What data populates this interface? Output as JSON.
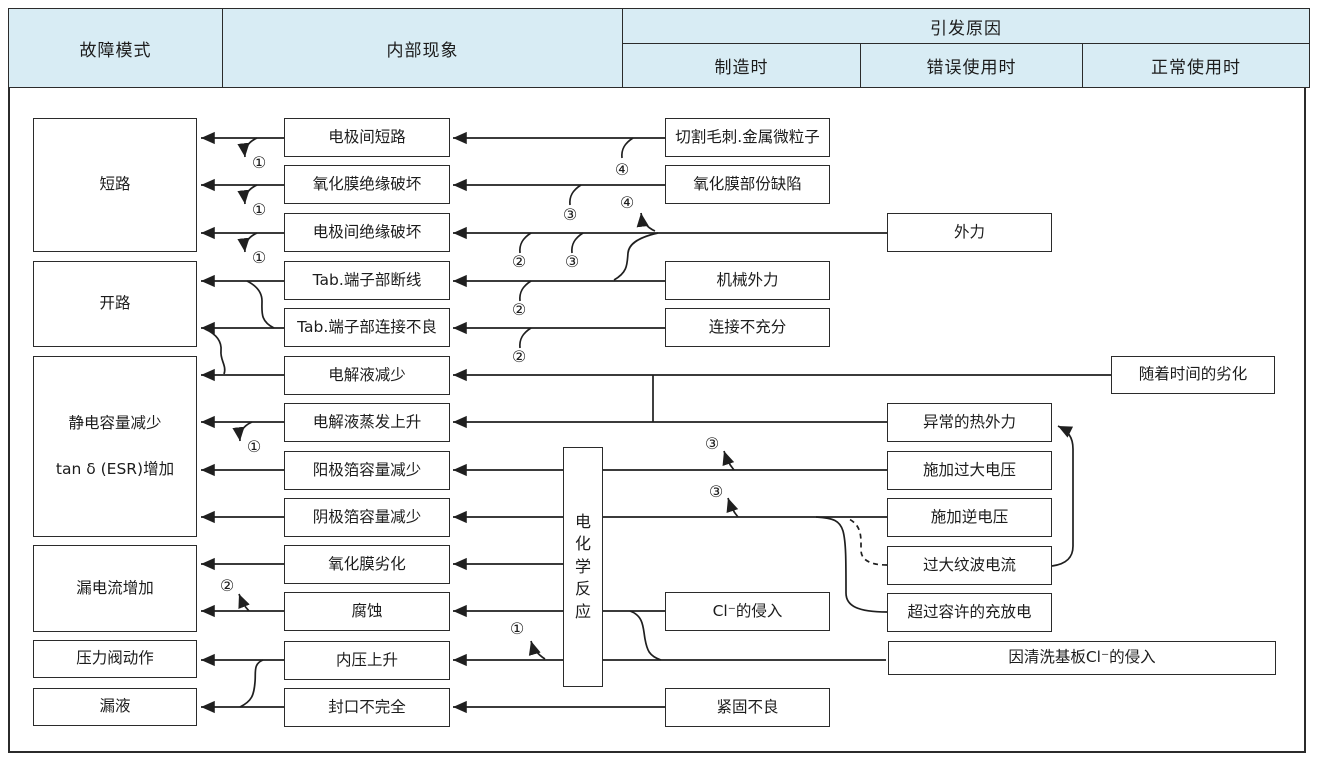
{
  "header": {
    "fault_mode": "故障模式",
    "internal_phenomenon": "内部现象",
    "cause": "引发原因",
    "sub_manufacturing": "制造时",
    "sub_misuse": "错误使用时",
    "sub_normal": "正常使用时"
  },
  "boxes": {
    "short_circuit": "短路",
    "open_circuit": "开路",
    "capacitance_decrease": "静电容量减少",
    "esr_increase": "tan δ (ESR)增加",
    "leakage_current_increase": "漏电流增加",
    "pressure_valve_action": "压力阀动作",
    "liquid_leakage": "漏液",
    "electrode_short": "电极间短路",
    "oxide_film_insulation_breakdown": "氧化膜绝缘破坏",
    "electrode_insulation_breakdown": "电极间绝缘破坏",
    "tab_terminal_wire_break": "Tab.端子部断线",
    "tab_terminal_poor_connection": "Tab.端子部连接不良",
    "electrolyte_decrease": "电解液减少",
    "electrolyte_evaporation": "电解液蒸发上升",
    "anode_foil_capacity_decrease": "阳极箔容量减少",
    "cathode_foil_capacity_decrease": "阴极箔容量减少",
    "oxide_film_degradation": "氧化膜劣化",
    "corrosion": "腐蚀",
    "internal_pressure_rise": "内压上升",
    "incomplete_sealing": "封口不完全",
    "electrochemical_reaction": "电化学反应",
    "cutting_burr_metal_particles": "切割毛刺.金属微粒子",
    "oxide_film_partial_defect": "氧化膜部份缺陷",
    "mechanical_force": "机械外力",
    "insufficient_connection": "连接不充分",
    "cl_intrusion": "Cl⁻的侵入",
    "poor_fastening": "紧固不良",
    "external_force": "外力",
    "abnormal_heat": "异常的热外力",
    "excessive_voltage": "施加过大电压",
    "reverse_voltage": "施加逆电压",
    "excessive_ripple_current": "过大纹波电流",
    "exceed_allowed_charge_discharge": "超过容许的充放电",
    "board_cleaning_cl_intrusion": "因清洗基板Cl⁻的侵入",
    "time_degradation": "随着时间的劣化"
  },
  "markers": {
    "n1": "①",
    "n2": "②",
    "n3": "③",
    "n4": "④"
  },
  "colors": {
    "header_bg": "#d8ecf4",
    "line": "#1f1f1f",
    "border": "#2b2b2b"
  }
}
